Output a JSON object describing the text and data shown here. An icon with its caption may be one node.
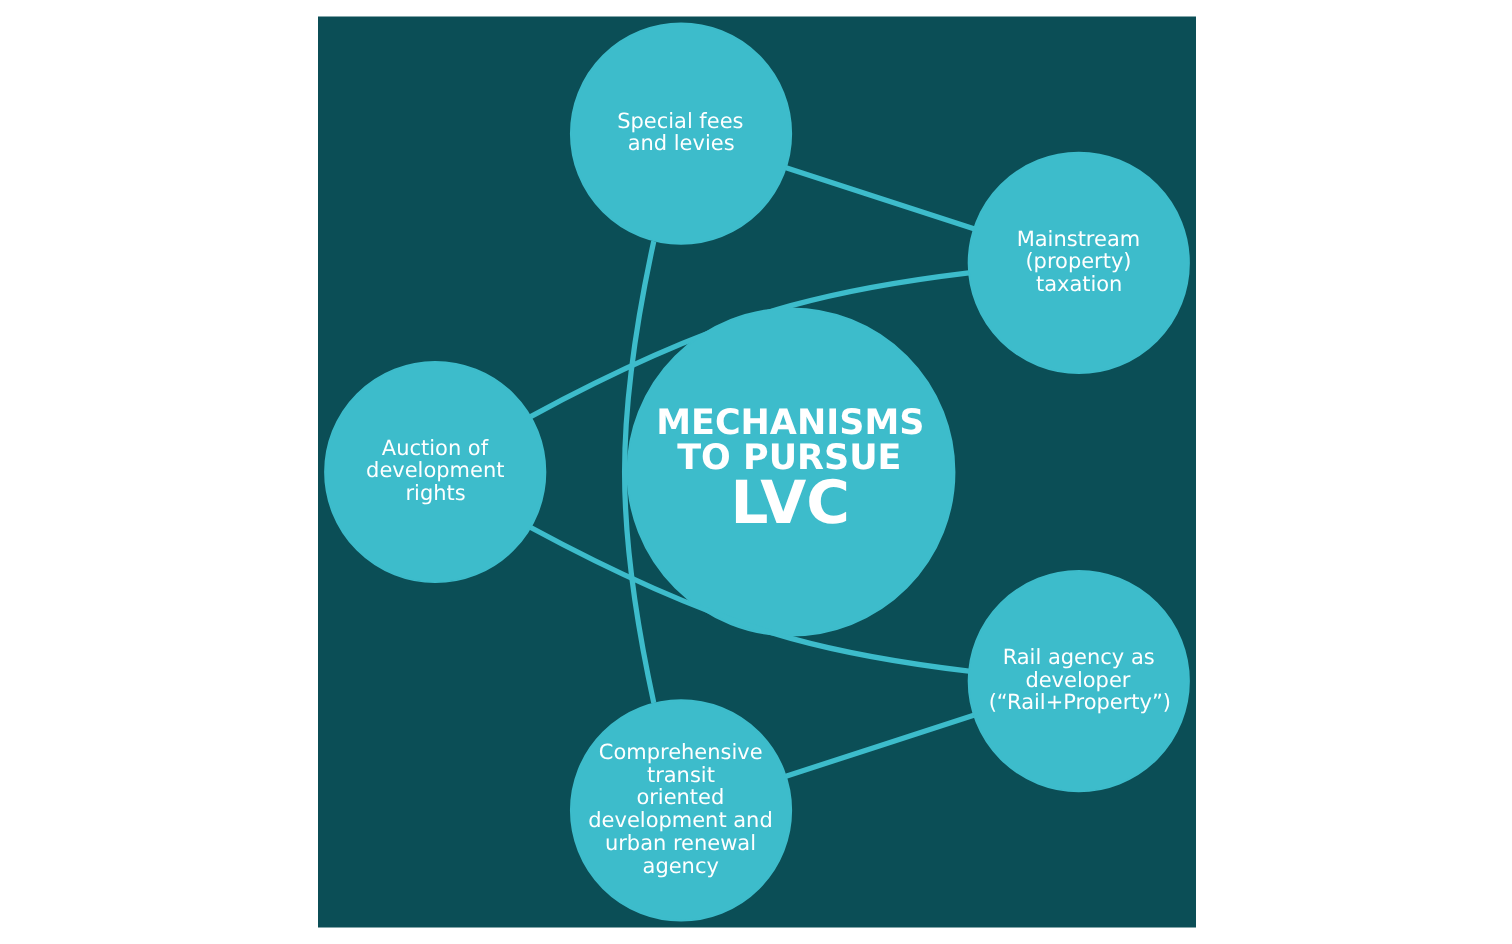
{
  "diagram": {
    "nodes": [
      {
        "text": [
          "Mainstream (property) taxation"
        ]
      },
      {
        "text": [
          "Special fees and levies"
        ]
      },
      {
        "text": [
          "MECHANISMS TO PURSUE",
          "LVC"
        ]
      },
      {
        "text": [
          "Auction of development rights"
        ]
      },
      {
        "text": [
          "Comprehensive transit oriented development and urban renewal agency"
        ]
      },
      {
        "text": [
          "Rail agency as developer (“Rail+Property”)"
        ]
      }
    ],
    "edges": [
      {
        "from": 0,
        "to": 3,
        "arrow": "none"
      },
      {
        "from": 3,
        "to": 5,
        "arrow": "none"
      },
      {
        "from": 5,
        "to": 4,
        "arrow": "none"
      },
      {
        "from": 4,
        "to": 1,
        "arrow": "none"
      },
      {
        "from": 1,
        "to": 0,
        "arrow": "none"
      }
    ]
  }
}
